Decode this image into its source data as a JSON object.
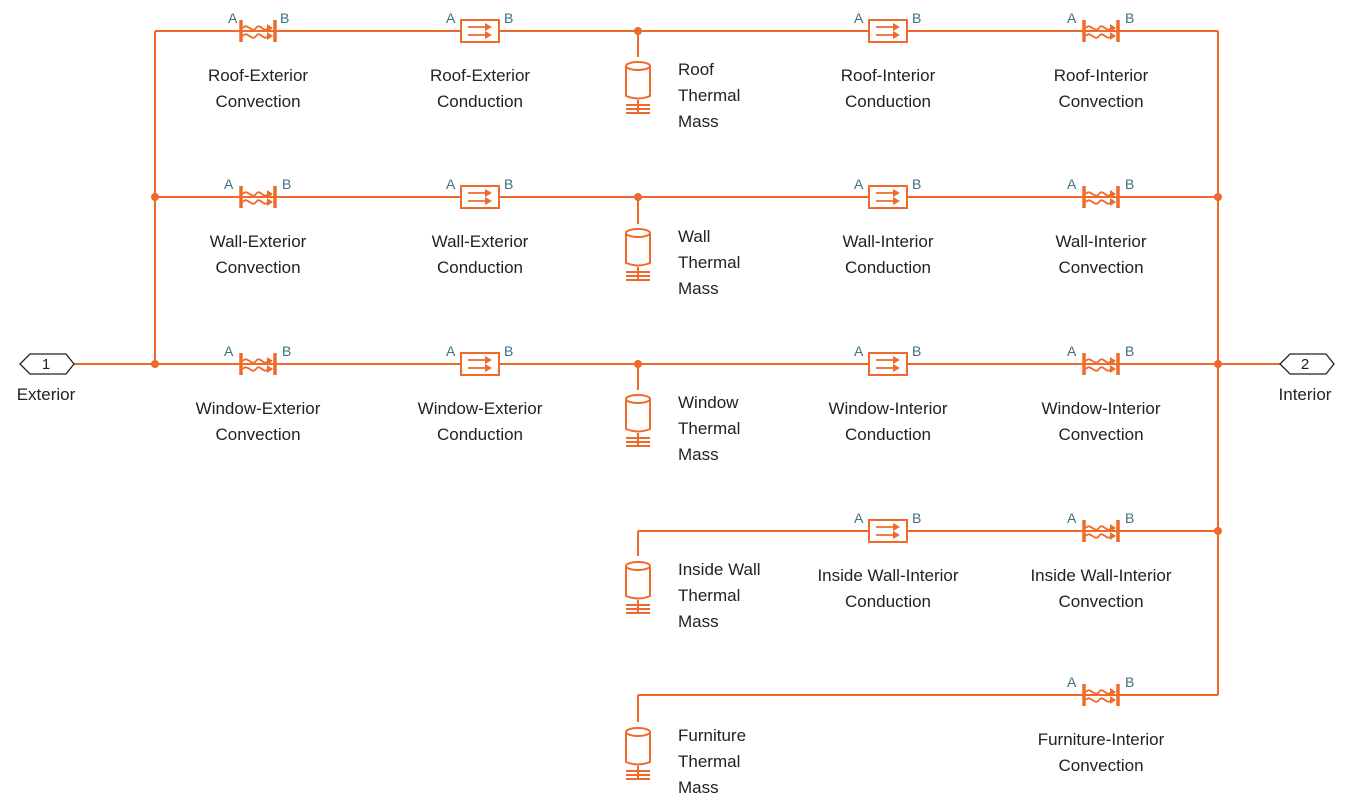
{
  "ports": {
    "exterior": {
      "number": "1",
      "name": "Exterior"
    },
    "interior": {
      "number": "2",
      "name": "Interior"
    }
  },
  "port_labels": {
    "a": "A",
    "b": "B"
  },
  "blocks": {
    "roof_ext_conv": [
      "Roof-Exterior",
      "Convection"
    ],
    "roof_ext_cond": [
      "Roof-Exterior",
      "Conduction"
    ],
    "roof_mass": [
      "Roof",
      "Thermal",
      "Mass"
    ],
    "roof_int_cond": [
      "Roof-Interior",
      "Conduction"
    ],
    "roof_int_conv": [
      "Roof-Interior",
      "Convection"
    ],
    "wall_ext_conv": [
      "Wall-Exterior",
      "Convection"
    ],
    "wall_ext_cond": [
      "Wall-Exterior",
      "Conduction"
    ],
    "wall_mass": [
      "Wall",
      "Thermal",
      "Mass"
    ],
    "wall_int_cond": [
      "Wall-Interior",
      "Conduction"
    ],
    "wall_int_conv": [
      "Wall-Interior",
      "Convection"
    ],
    "window_ext_conv": [
      "Window-Exterior",
      "Convection"
    ],
    "window_ext_cond": [
      "Window-Exterior",
      "Conduction"
    ],
    "window_mass": [
      "Window",
      "Thermal",
      "Mass"
    ],
    "window_int_cond": [
      "Window-Interior",
      "Conduction"
    ],
    "window_int_conv": [
      "Window-Interior",
      "Convection"
    ],
    "inside_wall_mass": [
      "Inside Wall",
      "Thermal",
      "Mass"
    ],
    "inside_wall_int_cond": [
      "Inside Wall-Interior",
      "Conduction"
    ],
    "inside_wall_int_conv": [
      "Inside Wall-Interior",
      "Convection"
    ],
    "furniture_mass": [
      "Furniture",
      "Thermal",
      "Mass"
    ],
    "furniture_int_conv": [
      "Furniture-Interior",
      "Convection"
    ]
  },
  "colors": {
    "wire": "#ee6a2b",
    "port_label": "#3f6f80",
    "text": "#222222"
  }
}
